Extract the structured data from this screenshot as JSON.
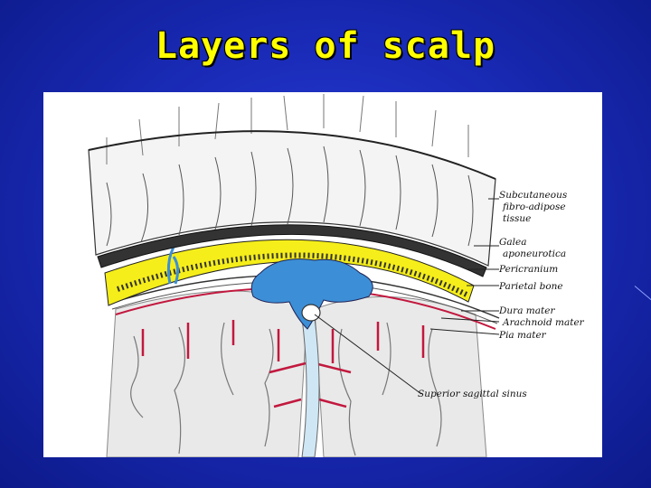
{
  "slide": {
    "title": "Layers of scalp"
  },
  "labels": {
    "subcutaneous_1": "Subcutaneous",
    "subcutaneous_2": "fibro-adipose",
    "subcutaneous_3": "tissue",
    "galea_1": "Galea",
    "galea_2": "aponeurotica",
    "pericranium": "Pericranium",
    "parietal_bone": "Parietal bone",
    "dura_mater": "Dura mater",
    "arachnoid_mater": "Arachnoid mater",
    "pia_mater": "Pia mater",
    "superior_sagittal_sinus": "Superior sagittal sinus"
  },
  "colors": {
    "bone": "#f5ee1a",
    "sinus": "#3c8fd6",
    "vessel": "#c2183e",
    "background": "#1a2bb8",
    "title": "#ffff00"
  }
}
